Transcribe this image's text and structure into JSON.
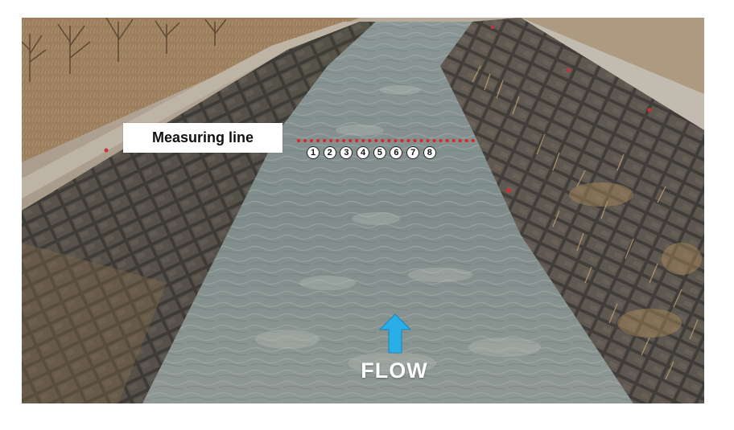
{
  "label": {
    "measuring_line": "Measuring line"
  },
  "measurement_points": [
    "1",
    "2",
    "3",
    "4",
    "5",
    "6",
    "7",
    "8"
  ],
  "flow_label": "FLOW",
  "colors": {
    "measuring_line": "#e0202a",
    "flow_arrow": "#2aaee8",
    "label_background": "#ffffff"
  },
  "icons": {
    "flow_arrow": "arrow-up-icon"
  }
}
